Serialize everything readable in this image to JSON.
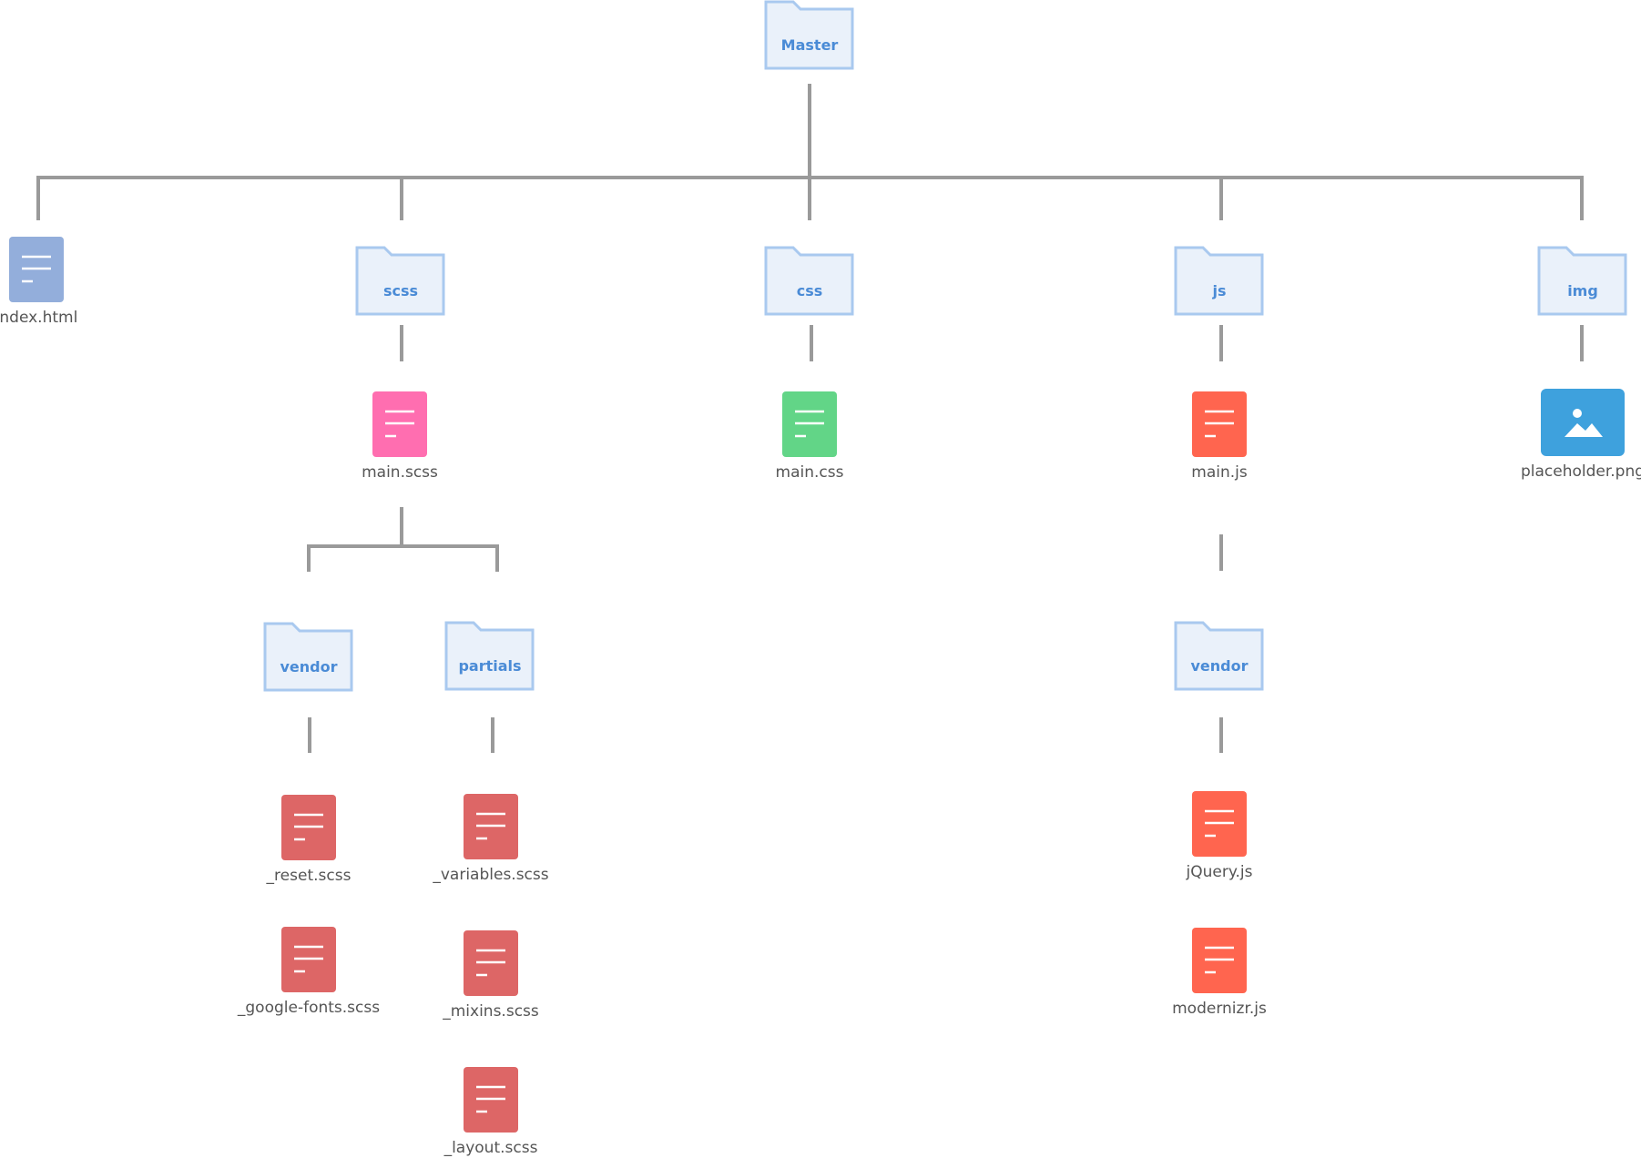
{
  "root": {
    "label": "Master"
  },
  "top_items": {
    "index_html": {
      "label": "index.html",
      "color": "#93aedb"
    },
    "scss": {
      "label": "scss"
    },
    "css": {
      "label": "css"
    },
    "js": {
      "label": "js"
    },
    "img": {
      "label": "img"
    }
  },
  "scss_children": {
    "main_scss": {
      "label": "main.scss",
      "color": "#ff6eb0"
    },
    "vendor": {
      "label": "vendor"
    },
    "partials": {
      "label": "partials"
    },
    "reset": {
      "label": "_reset.scss",
      "color": "#dd6666"
    },
    "google_fonts": {
      "label": "_google-fonts.scss",
      "color": "#dd6666"
    },
    "variables": {
      "label": "_variables.scss",
      "color": "#dd6666"
    },
    "mixins": {
      "label": "_mixins.scss",
      "color": "#dd6666"
    },
    "layout": {
      "label": "_layout.scss",
      "color": "#dd6666"
    }
  },
  "css_children": {
    "main_css": {
      "label": "main.css",
      "color": "#62d587"
    }
  },
  "js_children": {
    "main_js": {
      "label": "main.js",
      "color": "#ff654f"
    },
    "vendor": {
      "label": "vendor"
    },
    "jquery": {
      "label": "jQuery.js",
      "color": "#ff654f"
    },
    "modernizr": {
      "label": "modernizr.js",
      "color": "#ff654f"
    }
  },
  "img_children": {
    "placeholder": {
      "label": "placeholder.png",
      "color": "#3ea1dd",
      "icon": "image-icon"
    }
  },
  "colors": {
    "folder_fill": "#eaf1fa",
    "folder_stroke": "#a9c9ef",
    "folder_text": "#4a8bd6",
    "connector": "#9a9a9a",
    "file_label": "#555555"
  }
}
